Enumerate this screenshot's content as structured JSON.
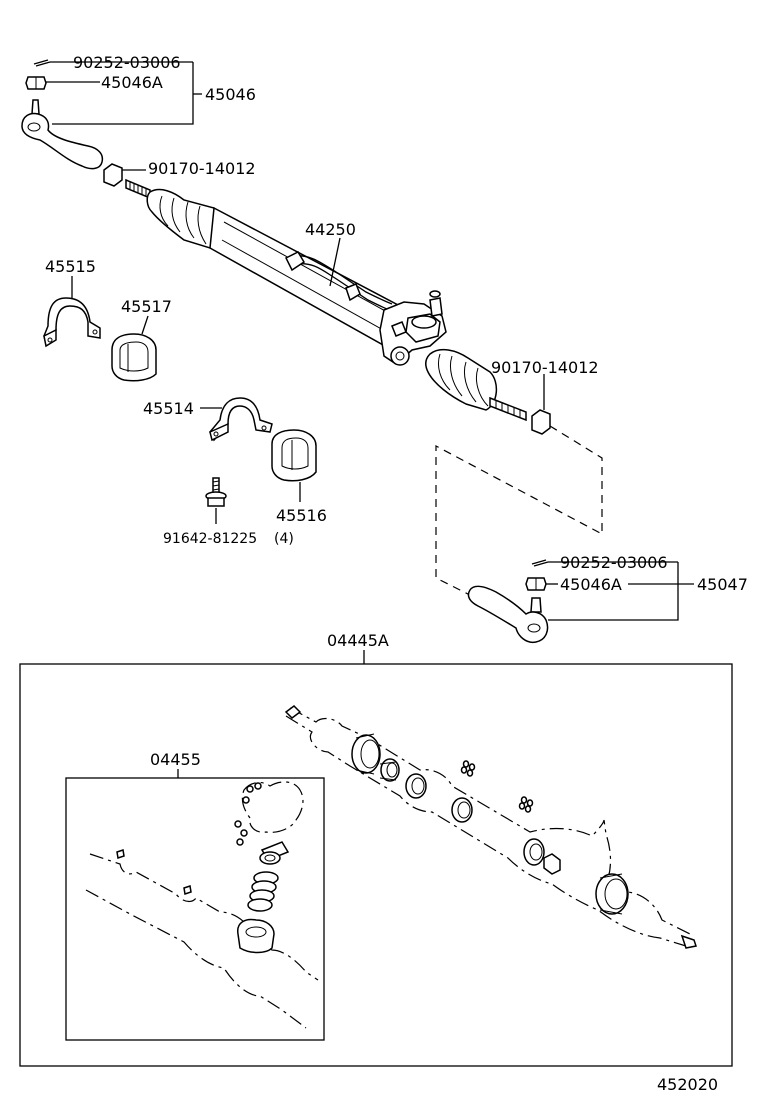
{
  "labels": {
    "cotter_pin_left": "90252-03006",
    "nut_left": "45046A",
    "tie_rod_end_lh_assy": "45046",
    "rack_end_nut_left": "90170-14012",
    "steering_gear_assy": "44250",
    "bracket_45515": "45515",
    "grommet_45517": "45517",
    "bracket_45514": "45514",
    "grommet_45516": "45516",
    "bolt": "91642-81225",
    "bolt_qty": "(4)",
    "rack_end_nut_right": "90170-14012",
    "cotter_pin_right": "90252-03006",
    "nut_right": "45046A",
    "tie_rod_end_rh_assy": "45047",
    "gasket_kit": "04445A",
    "packing_kit": "04455",
    "illustration_number": "452020"
  }
}
